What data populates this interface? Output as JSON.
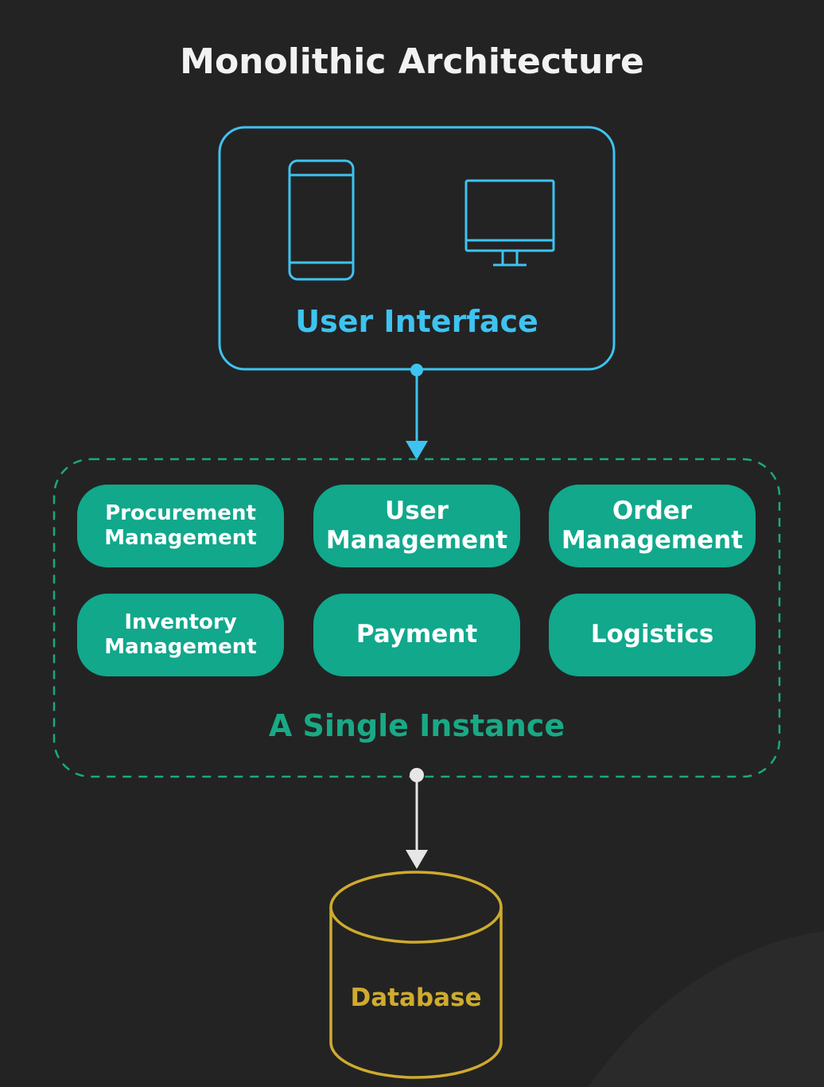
{
  "title": "Monolithic Architecture",
  "user_interface": {
    "label": "User Interface",
    "icons": [
      "mobile-phone-icon",
      "desktop-monitor-icon"
    ]
  },
  "instance": {
    "label": "A Single Instance",
    "modules": [
      "Procurement Management",
      "User Management",
      "Order Management",
      "Inventory Management",
      "Payment",
      "Logistics"
    ]
  },
  "database": {
    "label": "Database"
  },
  "colors": {
    "background": "#232323",
    "ui_blue": "#3ec3f0",
    "module_green": "#11a88c",
    "instance_dash": "#19a985",
    "database_gold": "#cfab2e",
    "db_arrow": "#e6e6e6"
  }
}
